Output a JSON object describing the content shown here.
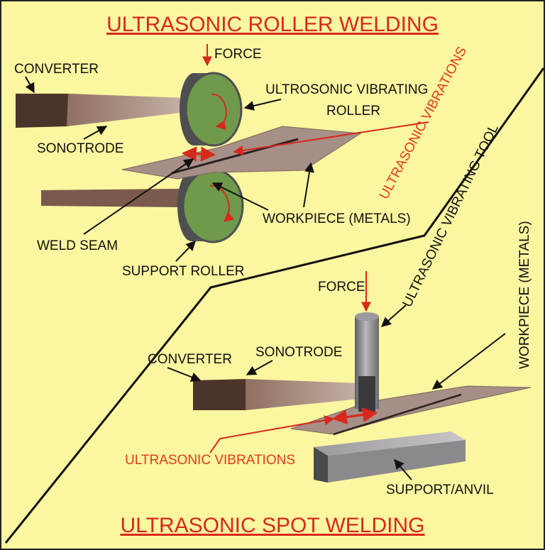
{
  "top_title": "ULTRASONIC ROLLER WELDING",
  "bottom_title": "ULTRASONIC SPOT WELDING",
  "roller": {
    "force": "FORCE",
    "converter": "CONVERTER",
    "vibrating_roller_line1": "ULTROSONIC VIBRATING",
    "vibrating_roller_line2": "ROLLER",
    "ultrasonic_vibrations": "ULTRASONIC VIBRATIONS",
    "sonotrode": "SONOTRODE",
    "weld_seam": "WELD SEAM",
    "workpiece": "WORKPIECE (METALS)",
    "support_roller": "SUPPORT ROLLER"
  },
  "spot": {
    "force": "FORCE",
    "vibrating_tool": "ULTRASONIC VIBRATING TOOL",
    "workpiece": "WORKPIECE (METALS)",
    "converter": "CONVERTER",
    "sonotrode": "SONOTRODE",
    "ultrasonic_vibrations": "ULTRASONIC VIBRATIONS",
    "support_anvil": "SUPPORT/ANVIL"
  },
  "colors": {
    "background": "#fbf6a0",
    "title_red": "#d8281c",
    "vibration_red": "#e03a1e",
    "metal_plate": "#a68f86",
    "roller_face": "#6f9a4c",
    "converter_dark": "#4b3429",
    "anvil": "#6e6e72"
  }
}
